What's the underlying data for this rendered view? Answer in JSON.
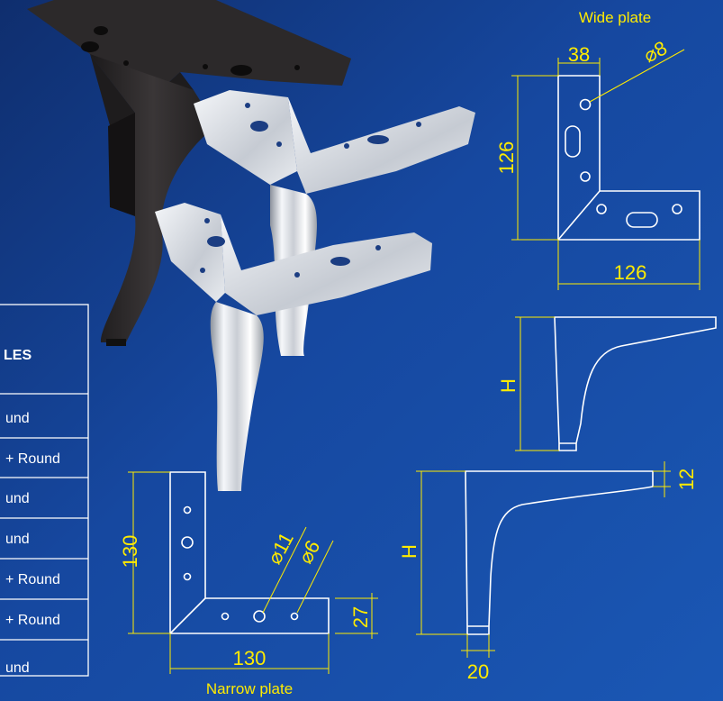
{
  "colors": {
    "background_dark": "#0f2e6e",
    "background_light": "#1a57b4",
    "dimension_text": "#ffeb00",
    "outline": "#ffffff",
    "table_line": "#ffffff",
    "leg_black": "#2a2728",
    "leg_chrome": "#d9dde4"
  },
  "product_images": [
    {
      "name": "black-leg",
      "icon": "furniture-leg-black"
    },
    {
      "name": "chrome-leg-back",
      "icon": "furniture-leg-chrome"
    },
    {
      "name": "chrome-leg-front",
      "icon": "furniture-leg-chrome"
    }
  ],
  "wide_plate": {
    "title": "Wide plate",
    "dim_top": "38",
    "dim_hole": "⌀8",
    "dim_left": "126",
    "dim_bottom": "126"
  },
  "narrow_plate": {
    "title": "Narrow plate",
    "dim_left": "130",
    "dim_bottom": "130",
    "dim_hole_large": "⌀11",
    "dim_hole_small": "⌀6",
    "dim_right": "27"
  },
  "side_profile": {
    "dim_height": "H"
  },
  "front_profile": {
    "dim_height": "H",
    "dim_thickness": "12",
    "dim_foot": "20"
  },
  "holes_table": {
    "header": "LES",
    "rows": [
      "und",
      "+ Round",
      "und",
      "und",
      "+ Round",
      "+ Round",
      "und"
    ]
  }
}
